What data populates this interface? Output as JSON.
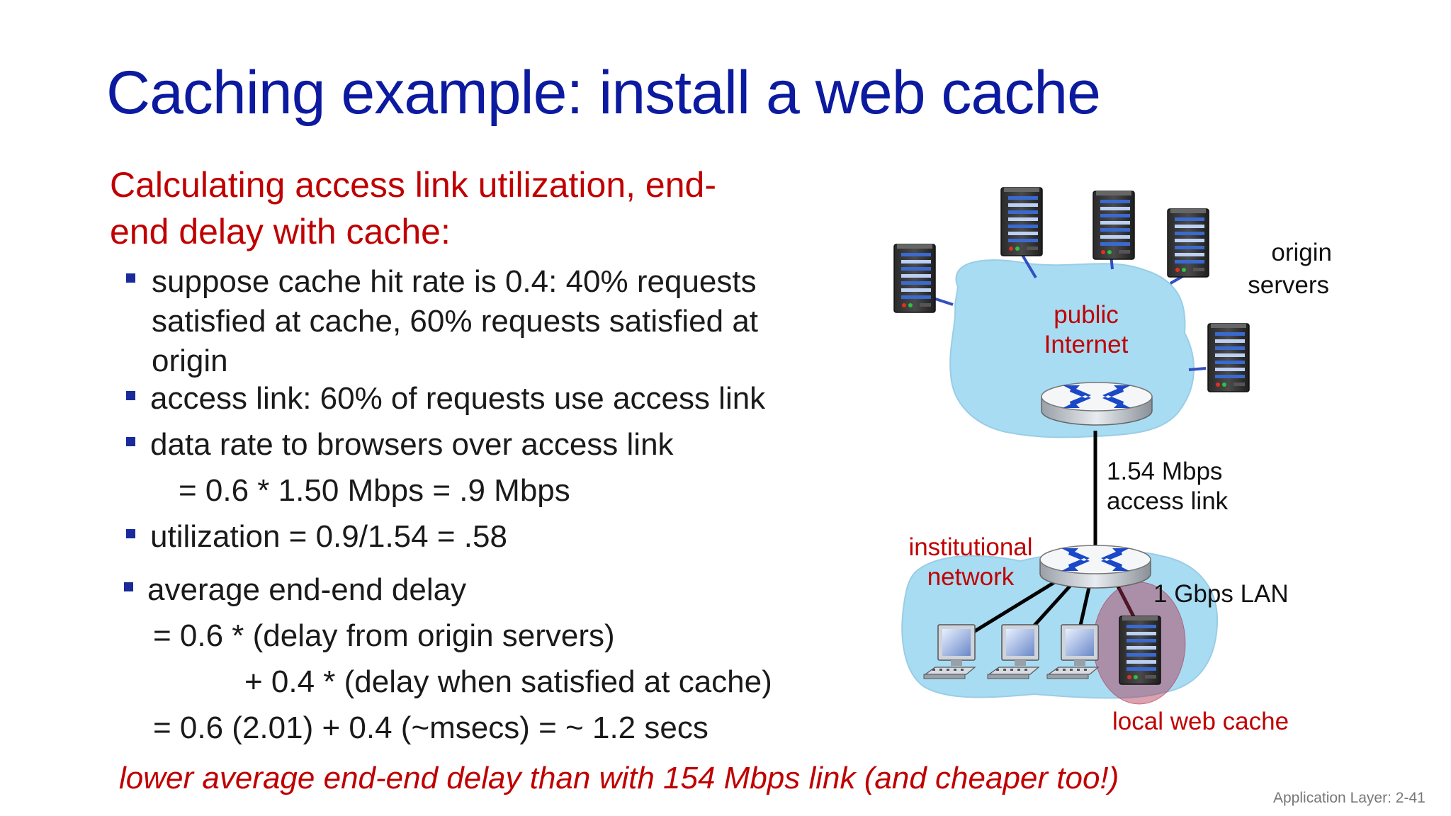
{
  "slide": {
    "title": "Caching example: install a web cache",
    "subtitle_line1": "Calculating access link utilization, end-",
    "subtitle_line2": "end delay with cache:",
    "bullets": {
      "b1_line1": "suppose cache hit rate is 0.4:  40% requests",
      "b1_line2": "satisfied at cache, 60% requests satisfied at",
      "b1_line3": "origin",
      "b2": "access link: 60% of requests use access link",
      "b3_line1": "data rate to browsers over access link",
      "b3_line2": "= 0.6 * 1.50 Mbps  =  .9 Mbps",
      "b4": "utilization = 0.9/1.54 = .58",
      "b5_line1": "average end-end delay",
      "b5_line2": "= 0.6 * (delay from origin servers)",
      "b5_line3": "+ 0.4 * (delay when satisfied at cache)",
      "b5_line4": "= 0.6 (2.01) + 0.4 (~msecs) = ~ 1.2 secs"
    },
    "conclusion": "lower average end-end delay than with 154 Mbps link (and cheaper too!)",
    "footer": "Application Layer: 2-41"
  },
  "diagram": {
    "origin_servers_line1": "origin",
    "origin_servers_line2": "servers",
    "public_internet_line1": "public",
    "public_internet_line2": "Internet",
    "access_link_line1": "1.54 Mbps",
    "access_link_line2": "access link",
    "institutional_line1": "institutional",
    "institutional_line2": "network",
    "lan_label": "1 Gbps LAN",
    "cache_label": "local web cache"
  },
  "colors": {
    "title": "#0c1aa0",
    "accent_red": "#c00000",
    "bullet_square": "#1a2a9a",
    "cloud": "#a8dcf2",
    "cache_highlight": "#b03050"
  },
  "icons": [
    "server-icon",
    "router-icon",
    "computer-icon"
  ]
}
